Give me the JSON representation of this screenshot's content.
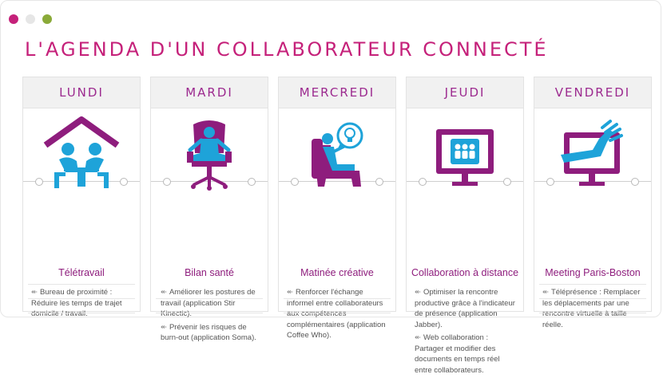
{
  "window": {
    "controls": [
      {
        "name": "close-dot",
        "color": "#c5217a"
      },
      {
        "name": "minimize-dot",
        "color": "#e6e6e6"
      },
      {
        "name": "maximize-dot",
        "color": "#8aaa38"
      }
    ]
  },
  "title": "L'AGENDA D'UN COLLABORATEUR CONNECTÉ",
  "colors": {
    "accent_magenta": "#c5217a",
    "day_purple": "#9c2a8f",
    "icon_blue": "#1ea3d9",
    "icon_purple": "#8e1d7d"
  },
  "days": [
    {
      "day": "LUNDI",
      "icon": "telework-house-icon",
      "theme": "Télétravail",
      "bullets": [
        "Bureau de proximité : Réduire les temps de trajet domicile / travail."
      ]
    },
    {
      "day": "MARDI",
      "icon": "meditation-chair-icon",
      "theme": "Bilan santé",
      "bullets": [
        "Améliorer les postures de travail (application Stir Kinectic).",
        "Prévenir les risques de burn-out (application Soma)."
      ]
    },
    {
      "day": "MERCREDI",
      "icon": "idea-armchair-icon",
      "theme": "Matinée créative",
      "bullets": [
        "Renforcer l'échange informel entre collaborateurs aux compétences complémentaires (application Coffee Who)."
      ]
    },
    {
      "day": "JEUDI",
      "icon": "remote-collaboration-icon",
      "theme": "Collaboration à distance",
      "bullets": [
        "Optimiser la rencontre productive grâce à l'indicateur de présence (application Jabber).",
        "Web collaboration : Partager et modifier des documents en temps réel entre collaborateurs."
      ]
    },
    {
      "day": "VENDREDI",
      "icon": "telepresence-screen-icon",
      "theme": "Meeting Paris-Boston",
      "bullets": [
        "Téléprésence : Remplacer les déplacements par une rencontre virtuelle à taille réelle."
      ]
    }
  ]
}
